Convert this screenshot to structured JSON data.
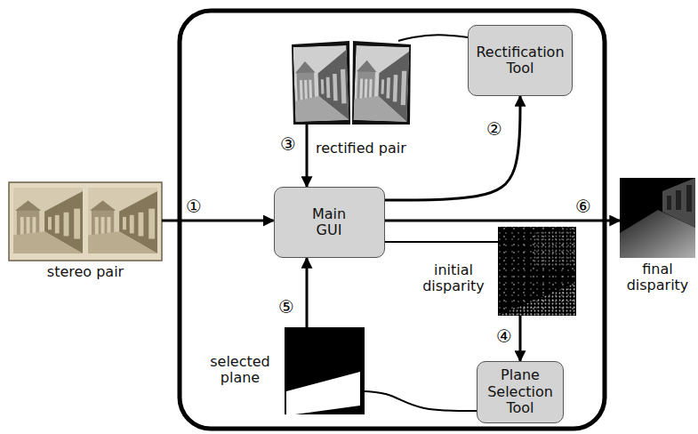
{
  "diagram": {
    "nodes": [
      {
        "text": [
          "stereo pair"
        ]
      },
      {
        "text": [
          "rectified pair"
        ]
      },
      {
        "text": [
          "Rectification Tool"
        ]
      },
      {
        "text": [
          "Main GUI"
        ]
      },
      {
        "text": [
          "initial disparity"
        ]
      },
      {
        "text": [
          "final disparity"
        ]
      },
      {
        "text": [
          "selected plane"
        ]
      },
      {
        "text": [
          "Plane Selection Tool"
        ]
      }
    ],
    "edges": [
      {
        "from": 0,
        "to": 3,
        "arrow": "to",
        "label": "①"
      },
      {
        "from": 3,
        "to": 2,
        "arrow": "to",
        "label": "②"
      },
      {
        "from": 2,
        "to": 1,
        "arrow": "none"
      },
      {
        "from": 1,
        "to": 3,
        "arrow": "to",
        "label": "③"
      },
      {
        "from": 3,
        "to": 4,
        "arrow": "none"
      },
      {
        "from": 4,
        "to": 7,
        "arrow": "to",
        "label": "④"
      },
      {
        "from": 7,
        "to": 6,
        "arrow": "none"
      },
      {
        "from": 6,
        "to": 3,
        "arrow": "to",
        "label": "⑤"
      },
      {
        "from": 3,
        "to": 5,
        "arrow": "to",
        "label": "⑥"
      }
    ]
  }
}
